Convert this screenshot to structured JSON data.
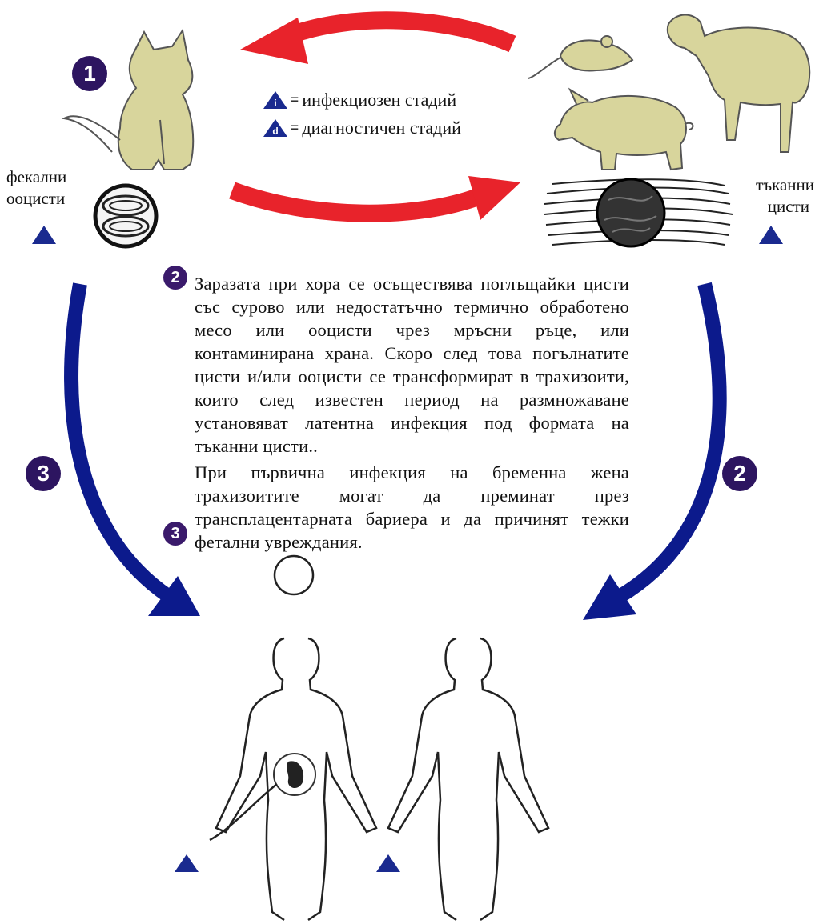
{
  "legend": {
    "infective_symbol": "i",
    "infective_text": "инфекциозен стадий",
    "diagnostic_symbol": "d",
    "diagnostic_text": "диагностичен стадий",
    "equals": "="
  },
  "labels": {
    "fecal_line1": "фекални",
    "fecal_line2": "ооцисти",
    "tissue_line1": "тъканни",
    "tissue_line2": "цисти"
  },
  "badges": {
    "step1": "1",
    "step2": "2",
    "step3": "3"
  },
  "text": {
    "step2_paragraph": "Заразата при хора се осъществява поглъщайки цисти със сурово или недостатъчно термично обработено месо или ооцисти чрез мръсни ръце, или контаминирана храна. Скоро след това погълнатите цисти и/или ооцисти се трансформират в трахизоити, които след известен период на размножаване установяват латентна инфекция под формата на тъканни цисти..",
    "step3_paragraph": "При първична инфекция на бременна жена трахизоитите могат да преминат през трансплацентарната бариера и да причинят тежки фетални увреждания."
  },
  "colors": {
    "red_arrow": "#e8232b",
    "blue_arrow": "#0c1a8c",
    "badge": "#2d1560",
    "animal_fill": "#d8d59c",
    "triangle": "#1a2a8f"
  }
}
